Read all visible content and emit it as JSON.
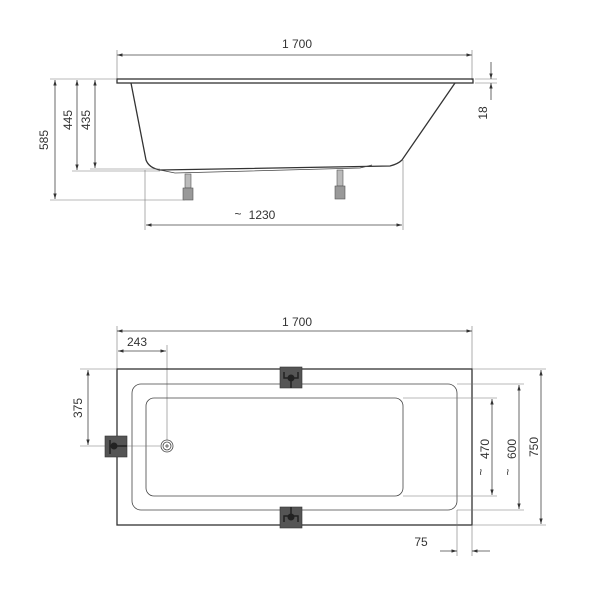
{
  "side_view": {
    "length": "1 700",
    "height_total": "585",
    "height_445": "445",
    "height_435": "435",
    "rim": "18",
    "legs_span": "1230",
    "approx_symbol": "~"
  },
  "top_view": {
    "length": "1 700",
    "drain_offset_x": "243",
    "drain_offset_y": "375",
    "inner_width": "470",
    "mid_width": "600",
    "width": "750",
    "rim_end": "75",
    "approx_symbol": "~"
  }
}
